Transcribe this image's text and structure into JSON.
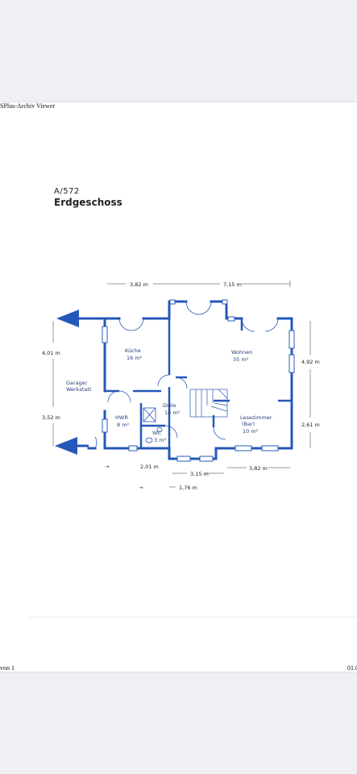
{
  "header": {
    "text": "SPlus-Archiv Viewer"
  },
  "plan": {
    "id": "A/572",
    "title": "Erdgeschoss"
  },
  "rooms": {
    "kueche": {
      "name": "Küche",
      "area": "16 m²"
    },
    "wohnen": {
      "name": "Wohnen",
      "area": "35 m²"
    },
    "garage": {
      "name1": "Garage/",
      "name2": "Werkstatt"
    },
    "diele": {
      "name": "Diele",
      "area": "16 m²"
    },
    "hwr": {
      "name": "HWR",
      "area": "8 m²"
    },
    "wc": {
      "name": "WC",
      "area": "3 m²"
    },
    "lesezimmer": {
      "name1": "Lesezimmer",
      "name2": "(Bar)",
      "area": "10 m²"
    }
  },
  "dimensions": {
    "top_left": "3,82 m",
    "top_right": "7,15 m",
    "left_upper": "4,01 m",
    "left_lower": "3,52 m",
    "right_upper": "4,92 m",
    "right_lower": "2,61 m",
    "bottom_1": "2,01 m",
    "bottom_2": "3,15 m",
    "bottom_3": "3,82 m",
    "bottom_4": "1,76 m"
  },
  "footer": {
    "left": "von 1",
    "right": "01.0"
  },
  "colors": {
    "wall": "#2458b8",
    "page": "#ffffff",
    "background": "#efeff4"
  }
}
